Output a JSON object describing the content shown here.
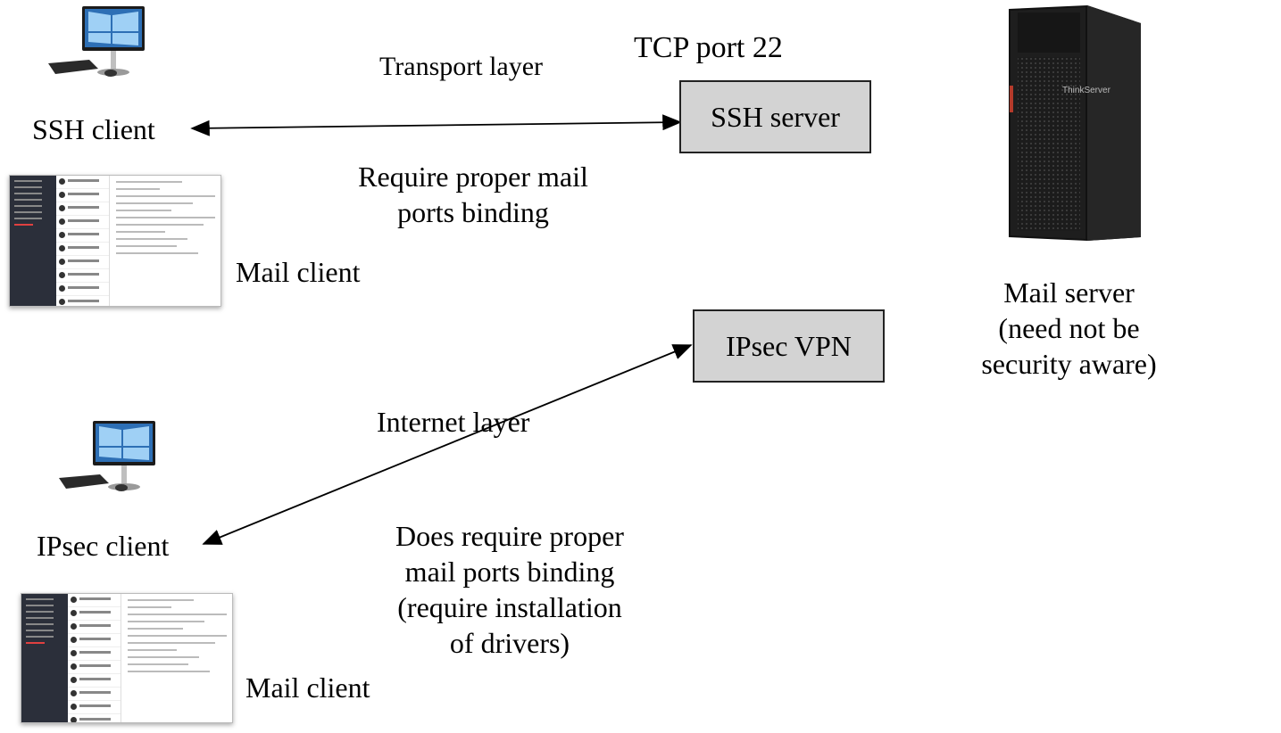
{
  "labels": {
    "tcp_port": "TCP port 22",
    "transport_layer": "Transport layer",
    "ssh_client": "SSH client",
    "ssh_server": "SSH server",
    "require_binding_line1": "Require proper mail",
    "require_binding_line2": "ports binding",
    "mail_client_top": "Mail client",
    "mail_server": "Mail server",
    "mail_server_note_line1": "(need not be",
    "mail_server_note_line2": "security aware)",
    "ipsec_vpn": "IPsec VPN",
    "internet_layer": "Internet layer",
    "ipsec_client": "IPsec client",
    "does_require_line1": "Does require proper",
    "does_require_line2": "mail ports binding",
    "does_require_line3": "(require installation",
    "does_require_line4": "of drivers)",
    "mail_client_bottom": "Mail client",
    "server_brand": "ThinkServer"
  },
  "icons": {
    "desktop_top": "desktop-computer-icon",
    "desktop_bottom": "desktop-computer-icon",
    "mail_top": "mail-app-screenshot",
    "mail_bottom": "mail-app-screenshot",
    "server": "tower-server-icon"
  },
  "colors": {
    "box_fill": "#d3d3d3",
    "line": "#000000",
    "server": "#1c1c1c"
  }
}
